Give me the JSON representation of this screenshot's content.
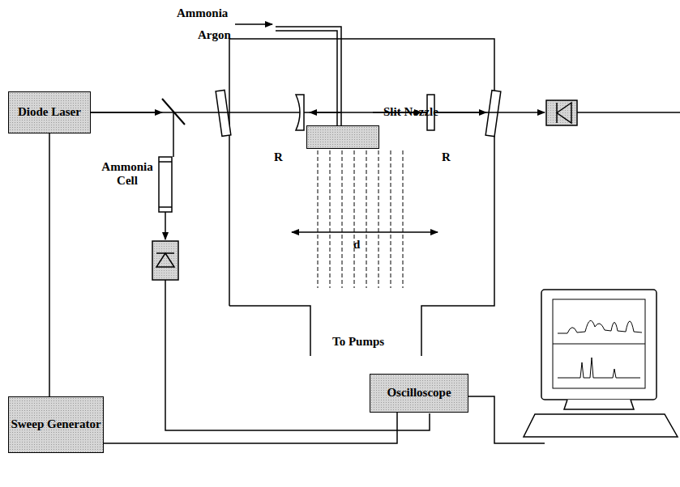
{
  "diagram": {
    "nodes": [
      {
        "text": [
          "Diode Laser"
        ]
      },
      {
        "text": [
          "Slit Nozzle"
        ]
      },
      {
        "text": [
          "Oscilloscope"
        ]
      },
      {
        "text": [
          "Sweep Generator"
        ]
      }
    ],
    "edges": [
      {
        "from": 3,
        "to": 0,
        "arrow": "none"
      },
      {
        "from": 3,
        "to": 2,
        "arrow": "none"
      }
    ],
    "labels": [
      "Ammonia",
      "Argon",
      "Ammonia Cell",
      "R",
      "R",
      "d",
      "To Pumps"
    ]
  }
}
